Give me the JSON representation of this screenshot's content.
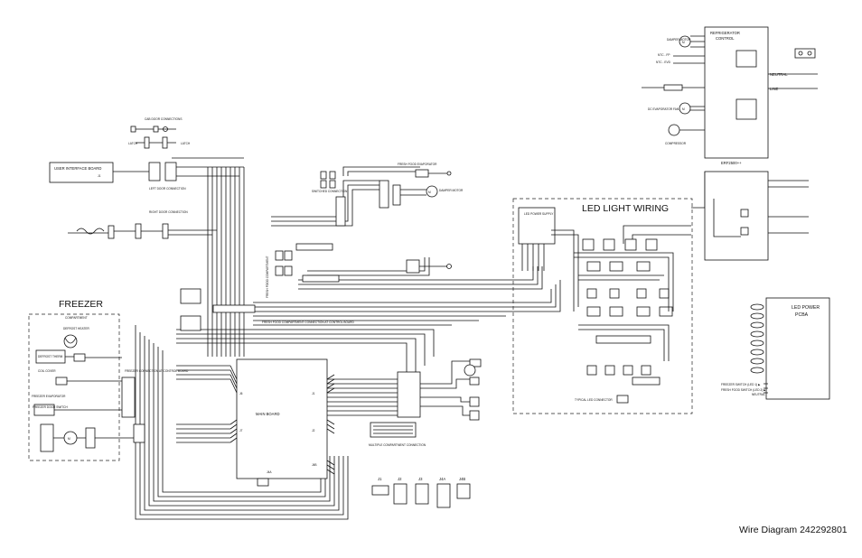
{
  "title": "Wire Diagram 242292801",
  "sections": {
    "freezer": {
      "title": "FREEZER",
      "subtitle": "COMPARTMENT"
    },
    "led_light_wiring": {
      "title": "LED LIGHT WIRING"
    },
    "led_power": {
      "title": "LED POWER",
      "title2": "PCBA"
    }
  },
  "refrigerator_control": {
    "title": "REFRIGERATOR",
    "title2": "CONTROL",
    "model": "ERF2500++",
    "neutral": "NEUTRAL",
    "line": "LINE"
  },
  "labels": {
    "user_interface_board": "USER INTERFACE BOARD",
    "damper_motor": "DAMPER MOTOR",
    "ntc_fp": "NTC - FP",
    "ntc_evd": "NTC - EVD",
    "dc_evap_fan": "DC EVAPORATOR FAN",
    "compressor": "COMPRESSOR",
    "defrost_heater": "DEFROST HEATER",
    "led_power_supply": "LED POWER SUPPLY",
    "main_board": "MAIN BOARD",
    "freezer_evaporator": "FREEZER EVAPORATOR",
    "freezer_door_switch": "FREEZER DOOR SWITCH",
    "fresh_food_evaporator": "FRESH FOOD EVAPORATOR",
    "damper_motor_small": "DAMPER MOTOR",
    "latch": "LATCH",
    "typical_led_connector": "TYPICAL LED CONNECTOR",
    "freezer_switch_on": "FREEZER SWITCH (LED 1) ▶",
    "fresh_food_switch_on": "FRESH FOOD SWITCH (LED 2) ▶",
    "neutral_small": "NEUTRAL",
    "freezer_connection": "FREEZER CONNECTION AT CONTROL BOARD",
    "fresh_food_connection": "FRESH FOOD COMPARTMENT CONNECTION AT CONTROL BOARD",
    "left_door_connection": "LEFT DOOR CONNECTION",
    "right_door_connection": "RIGHT DOOR CONNECTION",
    "cab_door_connections": "CAB DOOR CONNECTIONS",
    "wiring_harness": "SWITCHED CONNECTION"
  },
  "connectors": [
    "J1",
    "J2",
    "J3",
    "J4A",
    "J4B"
  ],
  "main_board_pins": {
    "j1": "J1",
    "j2": "J2",
    "j3": "J3",
    "j4a": "J4A",
    "j4b": "J4B",
    "j6": "J6",
    "j7": "J7"
  },
  "colors": {
    "line": "#111111",
    "background": "#ffffff"
  }
}
